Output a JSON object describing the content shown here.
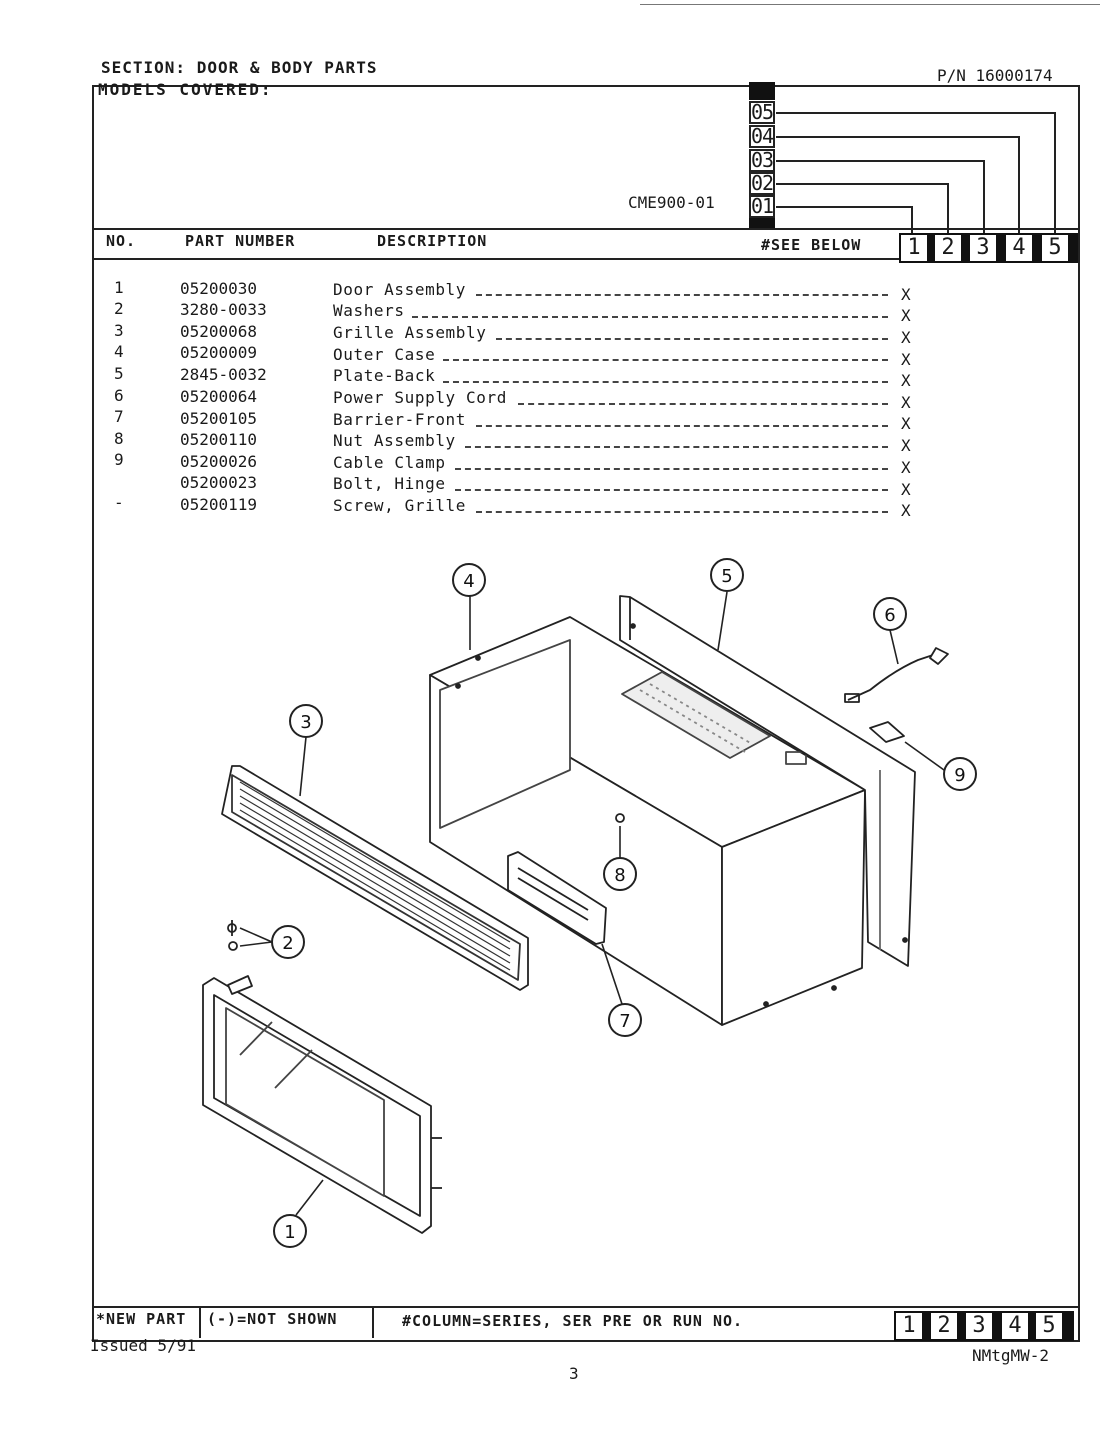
{
  "header": {
    "section": "SECTION: DOOR & BODY PARTS",
    "part_number": "P/N 16000174",
    "models_covered_label": "MODELS COVERED:",
    "model": "CME900-01"
  },
  "series_tabs": [
    "05",
    "04",
    "03",
    "02",
    "01"
  ],
  "columns": {
    "no": "NO.",
    "part_number": "PART NUMBER",
    "description": "DESCRIPTION",
    "see_below": "#SEE BELOW",
    "series": [
      "1",
      "2",
      "3",
      "4",
      "5"
    ]
  },
  "parts": [
    {
      "no": "1",
      "part": "05200030",
      "desc": "Door Assembly",
      "mark": "X"
    },
    {
      "no": "2",
      "part": "3280-0033",
      "desc": "Washers",
      "mark": "X"
    },
    {
      "no": "3",
      "part": "05200068",
      "desc": "Grille Assembly",
      "mark": "X"
    },
    {
      "no": "4",
      "part": "05200009",
      "desc": "Outer Case",
      "mark": "X"
    },
    {
      "no": "5",
      "part": "2845-0032",
      "desc": "Plate-Back",
      "mark": "X"
    },
    {
      "no": "6",
      "part": "05200064",
      "desc": "Power Supply Cord",
      "mark": "X"
    },
    {
      "no": "7",
      "part": "05200105",
      "desc": "Barrier-Front",
      "mark": "X"
    },
    {
      "no": "8",
      "part": "05200110",
      "desc": "Nut Assembly",
      "mark": "X"
    },
    {
      "no": "9",
      "part": "05200026",
      "desc": "Cable Clamp",
      "mark": "X"
    },
    {
      "no": "",
      "part": "05200023",
      "desc": "Bolt, Hinge",
      "mark": "X"
    },
    {
      "no": "-",
      "part": "05200119",
      "desc": "Screw, Grille",
      "mark": "X"
    }
  ],
  "callouts": [
    "1",
    "2",
    "3",
    "4",
    "5",
    "6",
    "7",
    "8",
    "9"
  ],
  "footer": {
    "new_part": "*NEW PART",
    "not_shown": "(-)=NOT SHOWN",
    "column_note": "#COLUMN=SERIES, SER PRE OR RUN NO.",
    "series": [
      "1",
      "2",
      "3",
      "4",
      "5"
    ],
    "issued": "Issued 5/91",
    "page": "3",
    "doc_code": "NMtgMW-2"
  }
}
